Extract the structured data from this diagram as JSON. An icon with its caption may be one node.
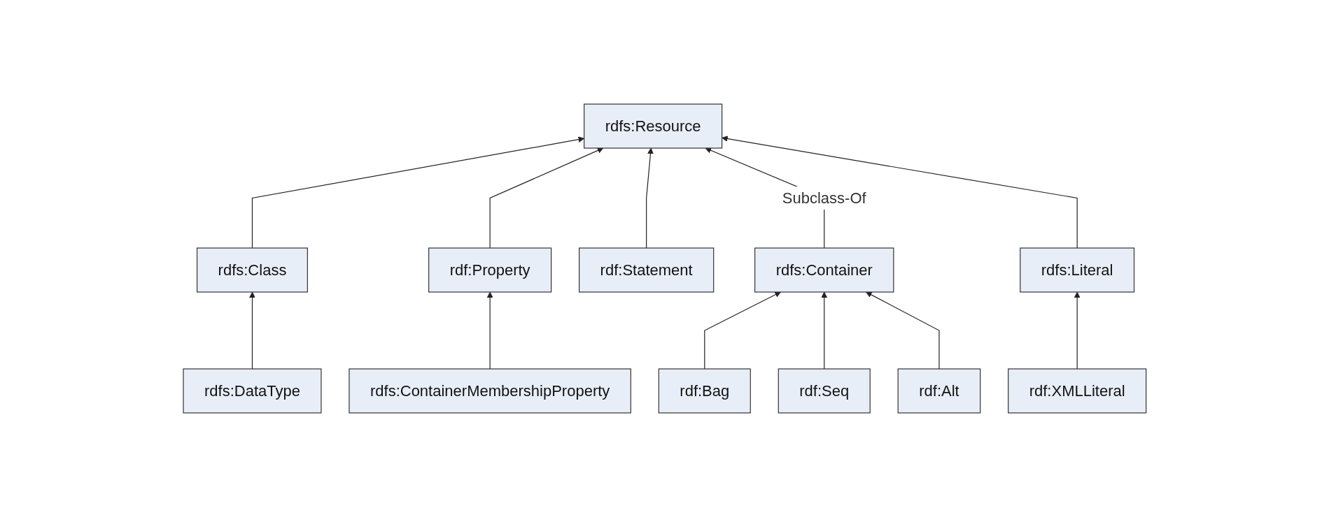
{
  "diagram": {
    "nodes": [
      {
        "text": [
          "rdfs:Resource"
        ]
      },
      {
        "text": [
          "rdfs:Class"
        ]
      },
      {
        "text": [
          "rdf:Property"
        ]
      },
      {
        "text": [
          "rdf:Statement"
        ]
      },
      {
        "text": [
          "rdfs:Container"
        ]
      },
      {
        "text": [
          "rdfs:Literal"
        ]
      },
      {
        "text": [
          "rdfs:DataType"
        ]
      },
      {
        "text": [
          "rdfs:ContainerMembershipProperty"
        ]
      },
      {
        "text": [
          "rdf:Bag"
        ]
      },
      {
        "text": [
          "rdf:Seq"
        ]
      },
      {
        "text": [
          "rdf:Alt"
        ]
      },
      {
        "text": [
          "rdf:XMLLiteral"
        ]
      }
    ],
    "edges": [
      {
        "from": 1,
        "to": 0,
        "arrow": "to"
      },
      {
        "from": 2,
        "to": 0,
        "arrow": "to"
      },
      {
        "from": 3,
        "to": 0,
        "arrow": "to"
      },
      {
        "from": 4,
        "to": 0,
        "arrow": "to",
        "label": "Subclass-Of"
      },
      {
        "from": 5,
        "to": 0,
        "arrow": "to"
      },
      {
        "from": 6,
        "to": 1,
        "arrow": "to"
      },
      {
        "from": 7,
        "to": 2,
        "arrow": "to"
      },
      {
        "from": 8,
        "to": 4,
        "arrow": "to"
      },
      {
        "from": 9,
        "to": 4,
        "arrow": "to"
      },
      {
        "from": 10,
        "to": 4,
        "arrow": "to"
      },
      {
        "from": 11,
        "to": 5,
        "arrow": "to"
      }
    ]
  }
}
